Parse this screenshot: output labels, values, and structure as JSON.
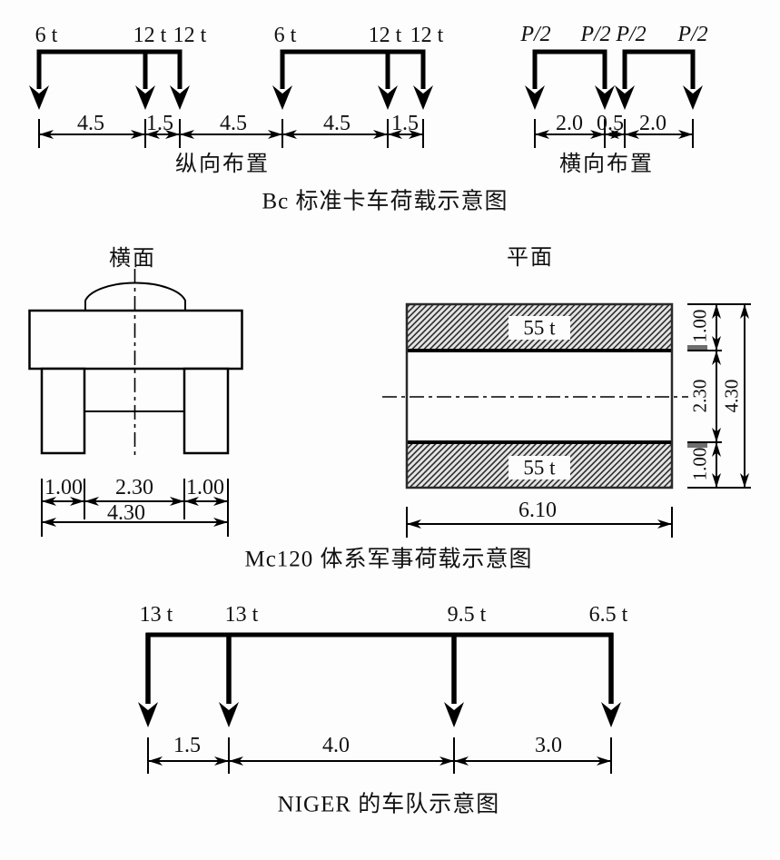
{
  "figure": {
    "description_language": "zh",
    "background": "#ffffff",
    "line_color": "#000000",
    "hatch_color": "#2e2e2e"
  },
  "bc": {
    "caption": "Bc 标准卡车荷载示意图",
    "longitudinal": {
      "label": "纵向布置",
      "loads": [
        "6 t",
        "12 t",
        "12 t",
        "6 t",
        "12 t",
        "12 t"
      ],
      "dims": [
        "4.5",
        "1.5",
        "4.5",
        "4.5",
        "1.5"
      ]
    },
    "transverse": {
      "label": "横向布置",
      "loads": [
        "P/2",
        "P/2",
        "P/2",
        "P/2"
      ],
      "dims": [
        "2.0",
        "0.5",
        "2.0"
      ]
    }
  },
  "mc120": {
    "caption": "Mc120 体系军事荷载示意图",
    "cross_section": {
      "label": "横面",
      "dims": [
        "1.00",
        "2.30",
        "1.00"
      ],
      "total_dim": "4.30"
    },
    "plan": {
      "label": "平面",
      "loads": [
        "55 t",
        "55 t"
      ],
      "side_dims": [
        "1.00",
        "2.30",
        "1.00"
      ],
      "side_total_dim": "4.30",
      "length_dim": "6.10"
    }
  },
  "niger": {
    "caption": "NIGER 的车队示意图",
    "loads": [
      "13 t",
      "13 t",
      "9.5 t",
      "6.5 t"
    ],
    "dims": [
      "1.5",
      "4.0",
      "3.0"
    ]
  }
}
